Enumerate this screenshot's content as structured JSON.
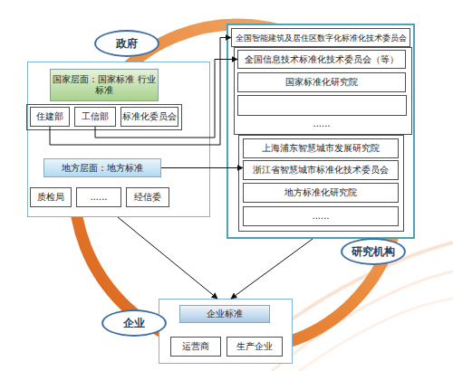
{
  "diagram": {
    "nodes": [
      {
        "text": [
          "政府"
        ]
      },
      {
        "text": [
          "国家层面：国家标准 行业标准"
        ],
        "in": 0
      },
      {
        "text": [
          "住建部"
        ],
        "in": 0
      },
      {
        "text": [
          "工信部"
        ],
        "in": 0
      },
      {
        "text": [
          "标准化委员会"
        ],
        "in": 0
      },
      {
        "text": [
          "地方层面：地方标准"
        ],
        "in": 0
      },
      {
        "text": [
          "质检局"
        ],
        "in": 0
      },
      {
        "text": [
          "......"
        ],
        "in": 0
      },
      {
        "text": [
          "经信委"
        ],
        "in": 0
      },
      {
        "text": [
          "研究机构"
        ]
      },
      {
        "text": [
          "全国智能建筑及居住区数字化标准化技术委员会"
        ],
        "in": 9
      },
      {
        "text": [
          "全国信息技术标准化技术委员会（等）"
        ],
        "in": 9
      },
      {
        "text": [
          "国家标准化研究院"
        ],
        "in": 9
      },
      {
        "text": [
          "上海浦东智慧城市发展研究院"
        ],
        "in": 9
      },
      {
        "text": [
          "浙江省智慧城市标准化技术委员会"
        ],
        "in": 9
      },
      {
        "text": [
          "地方标准化研究院"
        ],
        "in": 9
      },
      {
        "text": [
          "......"
        ],
        "in": 9
      },
      {
        "text": [
          "企业"
        ]
      },
      {
        "text": [
          "企业标准"
        ],
        "in": 17
      },
      {
        "text": [
          "运营商"
        ],
        "in": 17
      },
      {
        "text": [
          "生产企业"
        ],
        "in": 17
      }
    ],
    "edges": [
      {
        "from": 2,
        "to": 10,
        "arrow": "to"
      },
      {
        "from": 3,
        "to": 11,
        "arrow": "to"
      },
      {
        "from": 5,
        "to": 14,
        "arrow": "to"
      },
      {
        "from": 0,
        "to": 17,
        "arrow": "to"
      },
      {
        "from": 9,
        "to": 17,
        "arrow": "to"
      }
    ],
    "labels": [
      "......"
    ]
  }
}
